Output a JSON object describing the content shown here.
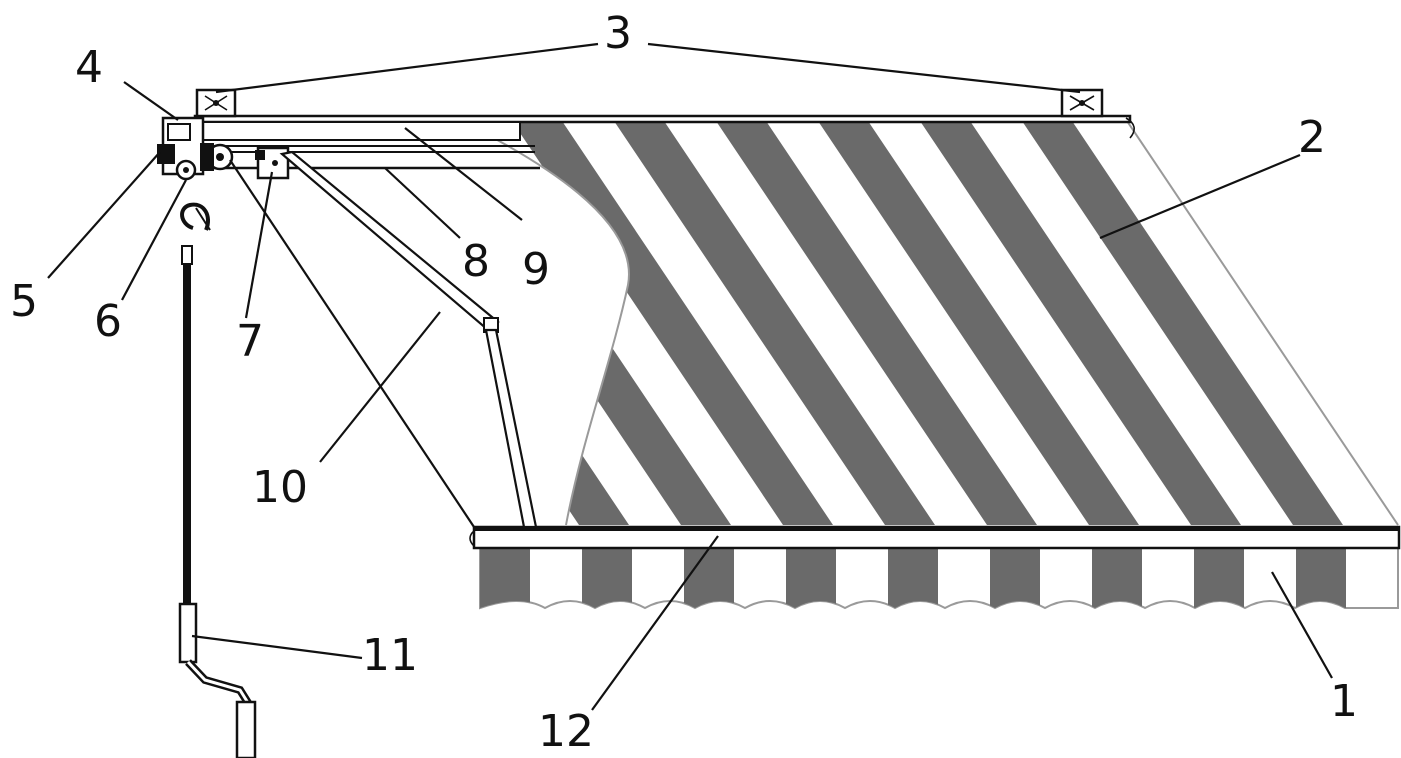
{
  "diagram": {
    "labels": {
      "l1": "1",
      "l2": "2",
      "l3": "3",
      "l4": "4",
      "l5": "5",
      "l6": "6",
      "l7": "7",
      "l8": "8",
      "l9": "9",
      "l10": "10",
      "l11": "11",
      "l12": "12"
    },
    "colors": {
      "stripe_dark": "#6a6a6a",
      "stripe_light": "#ffffff",
      "outline": "#111111",
      "fabric_edge": "#9a9a9a"
    },
    "parts": {
      "valance_stripe_count": 9,
      "canopy_stripe_count": 8,
      "icons": [
        "mounting-bracket-icon",
        "hook-icon",
        "crank-handle-icon"
      ]
    }
  }
}
